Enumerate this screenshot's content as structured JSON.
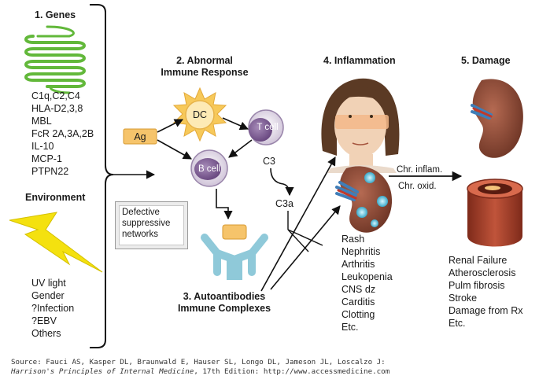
{
  "labels": {
    "genes_heading": "1. Genes",
    "genes": [
      "C1q,C2,C4",
      "HLA-D2,3,8",
      "MBL",
      "FcR 2A,3A,2B",
      "IL-10",
      "MCP-1",
      "PTPN22"
    ],
    "environment_heading": "Environment",
    "environment": [
      "UV light",
      "Gender",
      "?Infection",
      "?EBV",
      "Others"
    ],
    "abnormal_line1": "2. Abnormal",
    "abnormal_line2": "Immune Response",
    "dc": "DC",
    "ag": "Ag",
    "tcell": "T cell",
    "bcell": "B cell",
    "c3": "C3",
    "c3a": "C3a",
    "defective": [
      "Defective",
      "suppressive",
      "networks"
    ],
    "auto_line1": "3. Autoantibodies",
    "auto_line2": "Immune Complexes",
    "inflammation_heading": "4. Inflammation",
    "inflammation_list": [
      "Rash",
      "Nephritis",
      "Arthritis",
      "Leukopenia",
      "CNS dz",
      "Carditis",
      "Clotting",
      "Etc."
    ],
    "chr_inflam": "Chr. inflam.",
    "chr_oxid": "Chr. oxid.",
    "damage_heading": "5. Damage",
    "damage_list": [
      "Renal Failure",
      "Atherosclerosis",
      "Pulm fibrosis",
      "Stroke",
      "Damage from Rx",
      "Etc."
    ],
    "source_line1": "Source: Fauci AS, Kasper DL, Braunwald E, Hauser SL, Longo DL, Jameson JL, Loscalzo J:",
    "source_line2_title": "Harrison's Principles of Internal Medicine",
    "source_line2_rest": ", 17th Edition: http://www.accessmedicine.com"
  },
  "colors": {
    "gene_green": "#62b83a",
    "sun_yellow": "#f7c95a",
    "ag_orange": "#f6c46b",
    "cell_purple": "#7d5a92",
    "antibody_blue": "#8fc9d9",
    "bolt_yellow": "#f4e10f",
    "kidney_brown": "#8a4a37",
    "artery_red": "#a63a26",
    "skin_tone": "#f1d2b6",
    "hair_brown": "#5b3a24"
  },
  "icons": [
    "gene-icon",
    "lightning-icon",
    "dendritic-cell-icon",
    "t-cell-icon",
    "b-cell-icon",
    "antibody-icon",
    "face-rash-icon",
    "inflamed-kidney-icon",
    "damaged-kidney-icon",
    "artery-icon"
  ]
}
